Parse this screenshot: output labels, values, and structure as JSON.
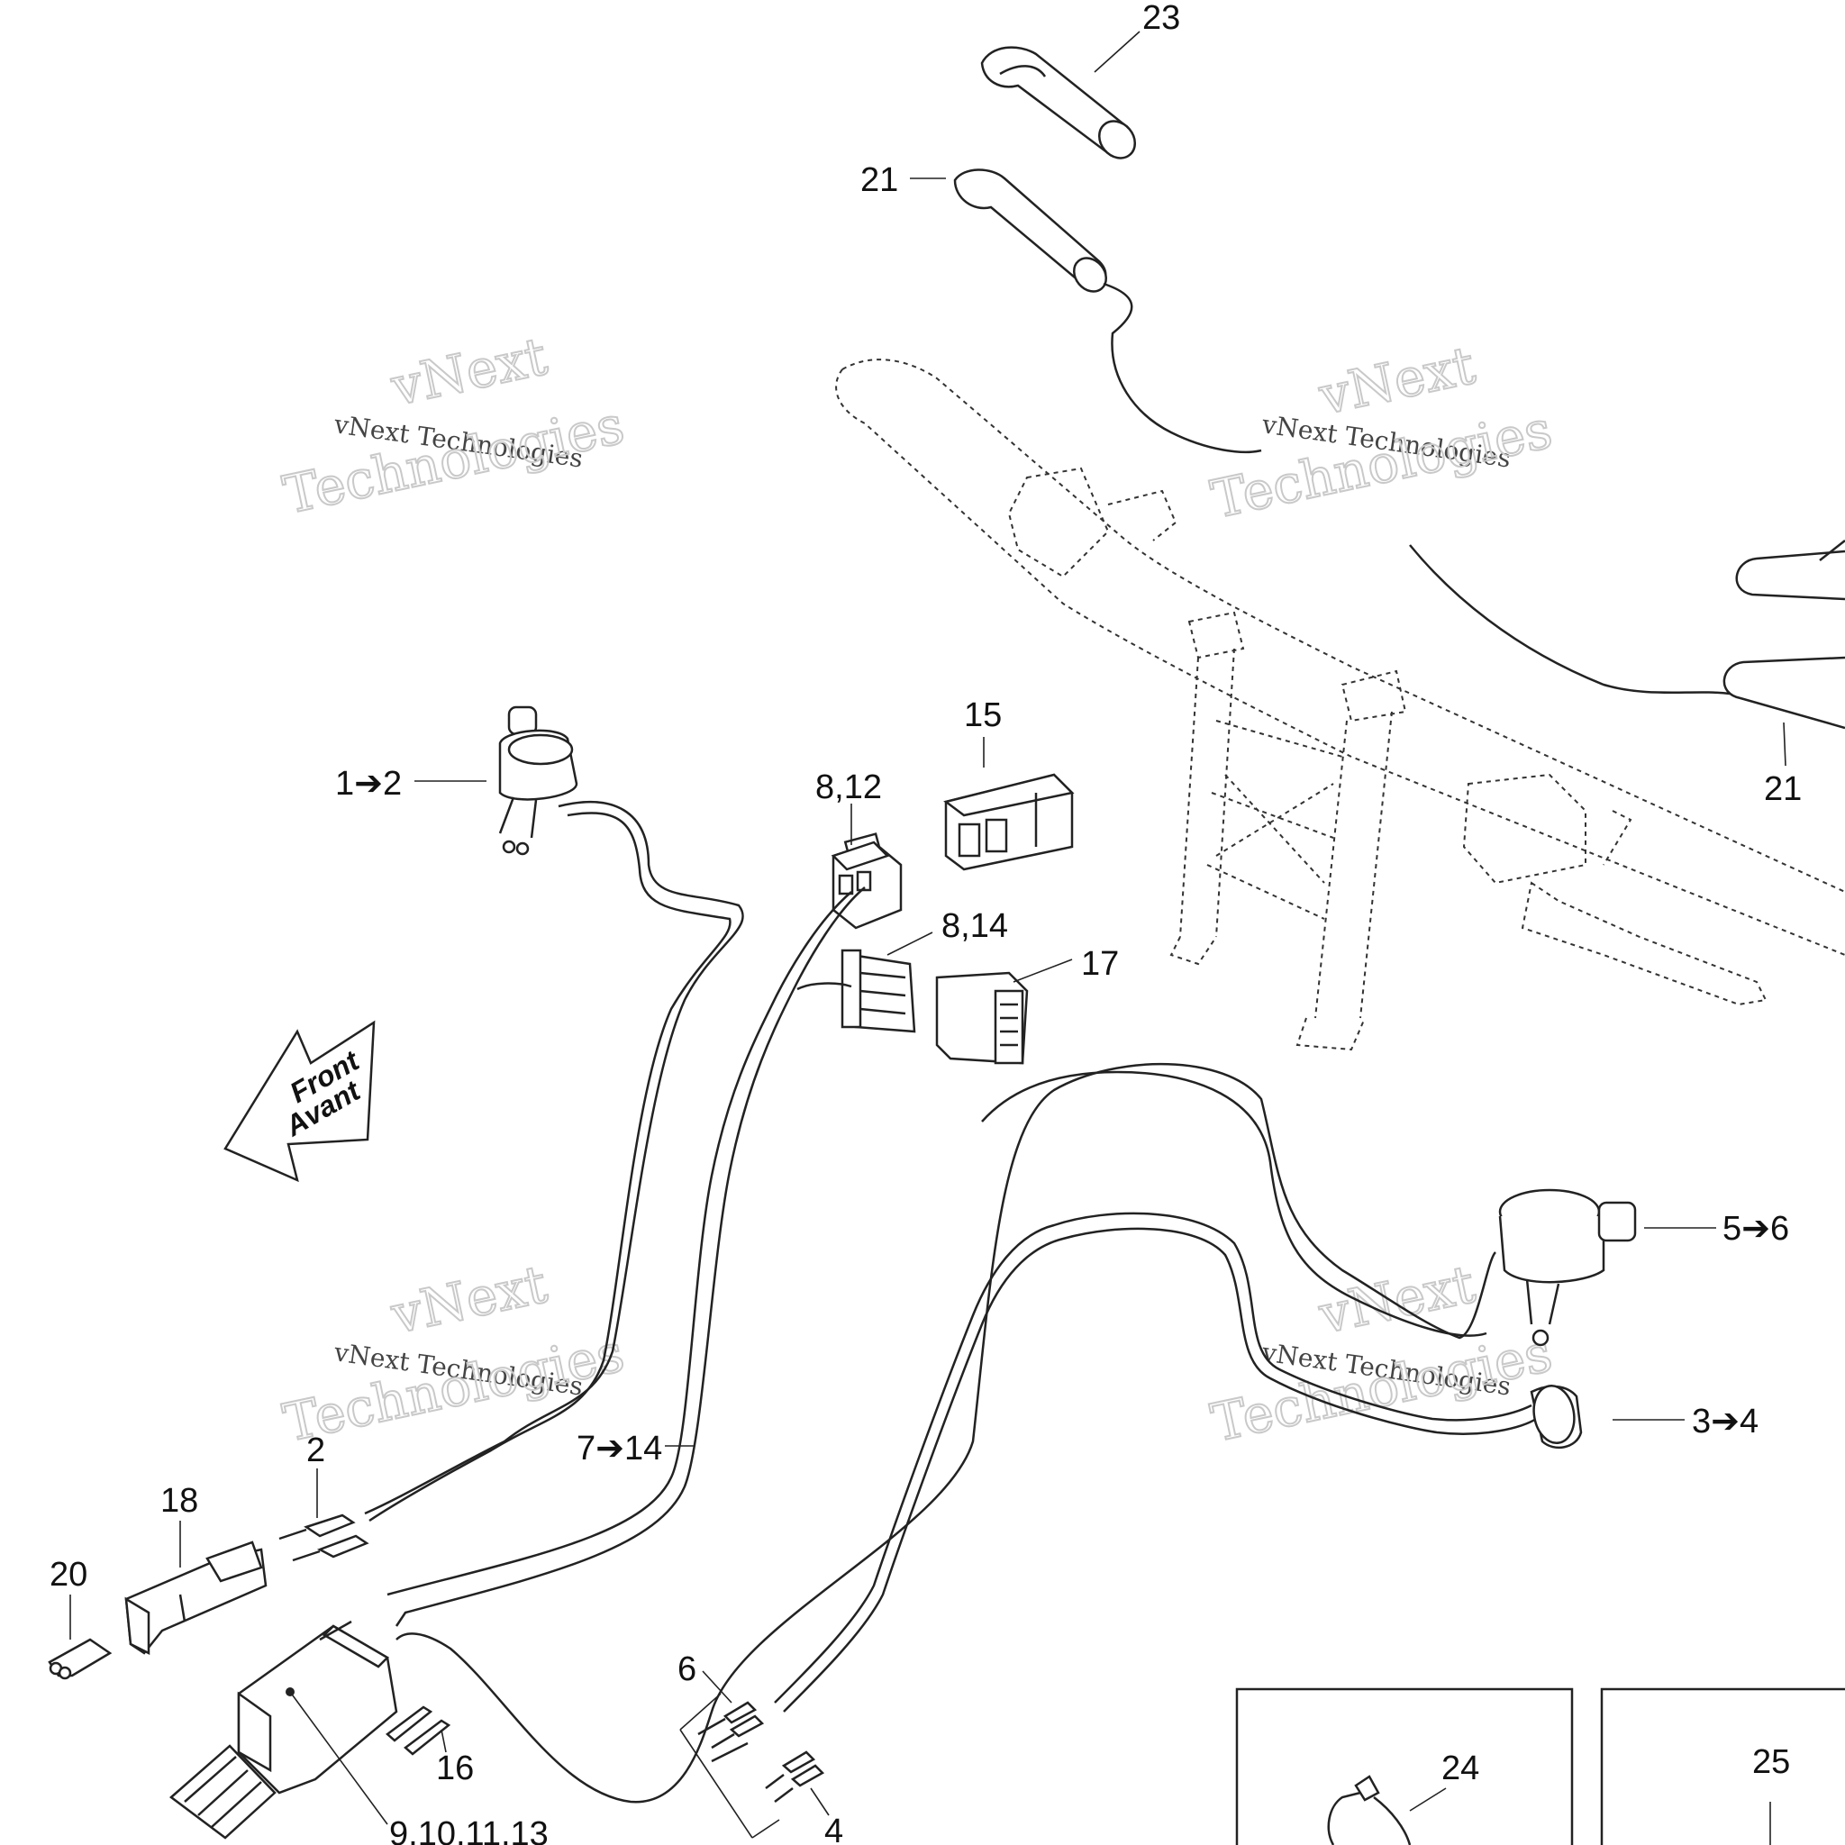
{
  "watermark": {
    "line1": "vNext",
    "line2": "vNext Technologies",
    "line3": "Technologies"
  },
  "direction_arrow": {
    "line1": "Front",
    "line2": "Avant"
  },
  "callouts": {
    "c23": "23",
    "c21_top": "21",
    "c21_right": "21",
    "c1_2": "1➔2",
    "c15": "15",
    "c8_12": "8,12",
    "c8_14": "8,14",
    "c17": "17",
    "c5_6": "5➔6",
    "c3_4": "3➔4",
    "c2": "2",
    "c18": "18",
    "c20": "20",
    "c7_14": "7➔14",
    "c6": "6",
    "c16": "16",
    "c4": "4",
    "c9_13": "9,10,11,13",
    "c24": "24",
    "c25": "25"
  }
}
